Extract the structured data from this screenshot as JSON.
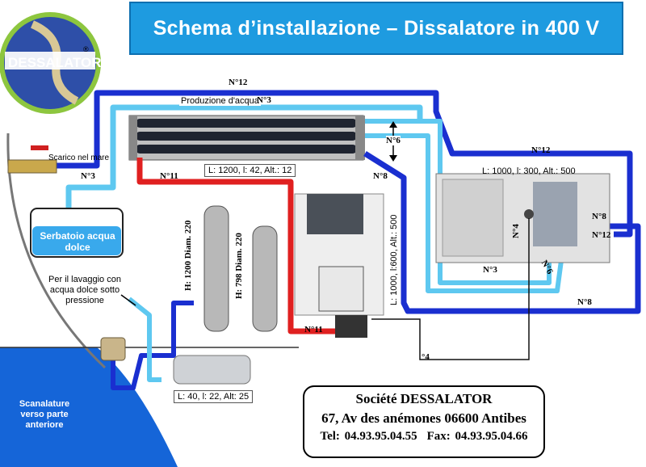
{
  "title": "Schema d’installazione – Dissalatore in 400 V",
  "logo": {
    "text": "DESSALATOR",
    "mark": "®"
  },
  "labels": {
    "produzione": "Produzione d'acqua",
    "scarico": "Scarico nel mare",
    "serbatoio": "Serbatoio acqua dolce",
    "lavaggio": "Per il lavaggio con acqua dolce sotto pressione",
    "scanalature": "Scanalature verso parte anteriore"
  },
  "pipes": {
    "n12_top": "N°12",
    "n3_top": "N°3",
    "n3_left": "N°3",
    "n11_left": "N°11",
    "n6_top": "N°6",
    "n12_right": "N°12",
    "n8_mid": "N°8",
    "n8_right": "N°8",
    "n12_small": "N°12",
    "n4_right": "N°4",
    "n6_right": "N°6",
    "n3_bottom": "N°3",
    "n8_bottom": "N°8",
    "n11_bottom": "N°11",
    "n4_bottom": "°4"
  },
  "dimensions": {
    "membranes": "L: 1200, l: 42, Alt.: 12",
    "panel": "L: 1000, l: 300, Alt.: 500",
    "pump_frame": "L: 1000, l:600, Alt.: 500",
    "filter1": "H: 1200  Diam. 220",
    "filter2": "H: 798  Diam. 220",
    "booster": "L: 40, l: 22, Alt: 25"
  },
  "contact": {
    "company": "Société DESSALATOR",
    "address": "67, Av des anémones 06600 Antibes",
    "tel": "Tel: 04.93.95.04.55",
    "fax": "Fax: 04.93.95.04.66"
  },
  "colors": {
    "title_bg": "#1e9be0",
    "pipe_dark": "#1a2fd0",
    "pipe_light": "#5ec8f0",
    "pipe_red": "#e02020",
    "sea": "#1565d8"
  }
}
